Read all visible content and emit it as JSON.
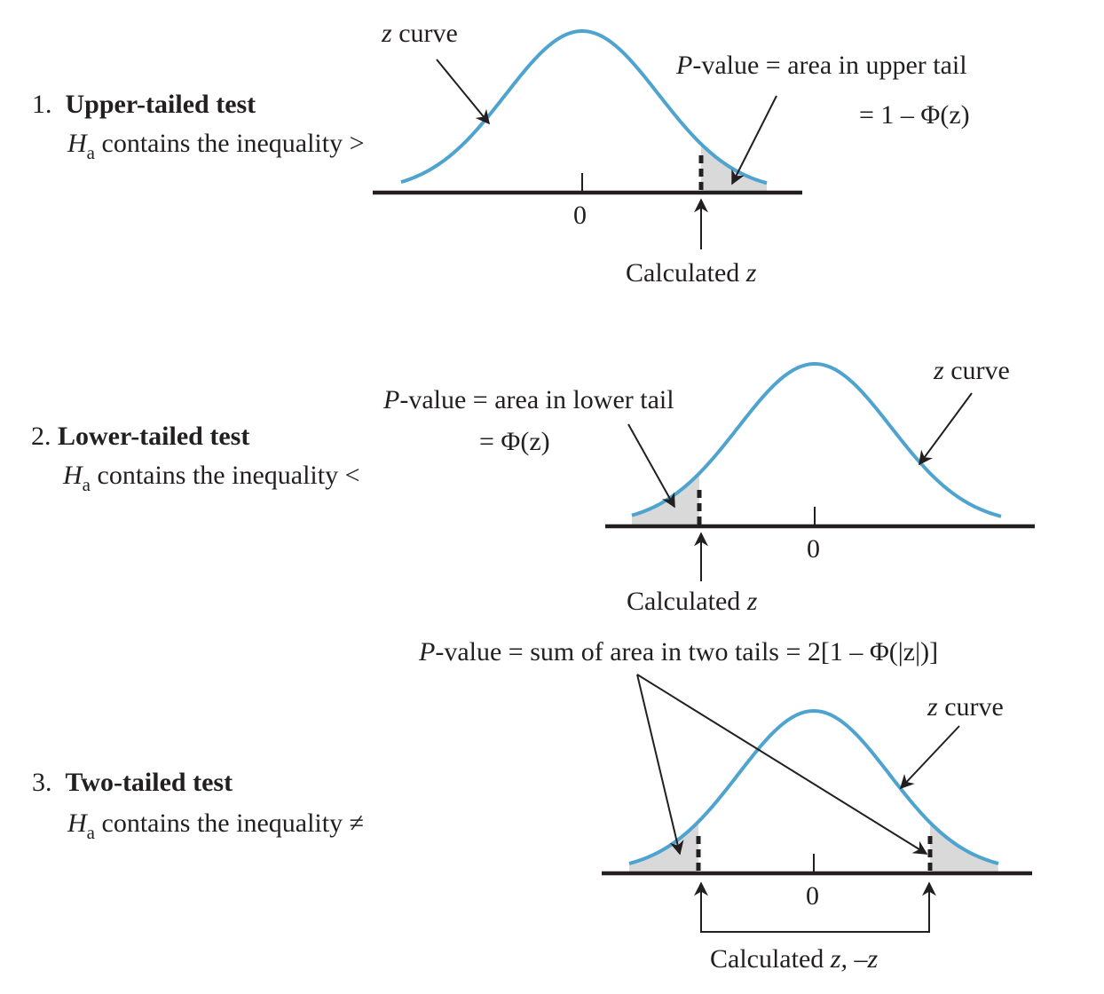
{
  "panels": [
    {
      "number": "1.",
      "title": "Upper-tailed test",
      "hyp_var": "H",
      "hyp_sub": "a",
      "hyp_text": "contains the inequality >",
      "curve_label_var": "z",
      "curve_label_text": "curve",
      "pvalue_var": "P",
      "pvalue_line1": "-value = area in upper tail",
      "pvalue_line2": "= 1 – Φ(z)",
      "zero_label": "0",
      "calc_text": "Calculated",
      "calc_var": "z"
    },
    {
      "number": "2.",
      "title": "Lower-tailed test",
      "hyp_var": "H",
      "hyp_sub": "a",
      "hyp_text": "contains the inequality <",
      "curve_label_var": "z",
      "curve_label_text": "curve",
      "pvalue_var": "P",
      "pvalue_line1": "-value = area in lower tail",
      "pvalue_line2": "= Φ(z)",
      "zero_label": "0",
      "calc_text": "Calculated",
      "calc_var": "z"
    },
    {
      "number": "3.",
      "title": "Two-tailed test",
      "hyp_var": "H",
      "hyp_sub": "a",
      "hyp_text": "contains the inequality ≠",
      "curve_label_var": "z",
      "curve_label_text": "curve",
      "pvalue_var": "P",
      "pvalue_line1": "-value = sum of area in two tails = 2[1 – Φ(|z|)]",
      "zero_label": "0",
      "calc_text": "Calculated",
      "calc_var": "z, –z"
    }
  ],
  "colors": {
    "curve": "#4ea3cf",
    "tail_fill": "#d9d9d9",
    "ink": "#231f20"
  }
}
